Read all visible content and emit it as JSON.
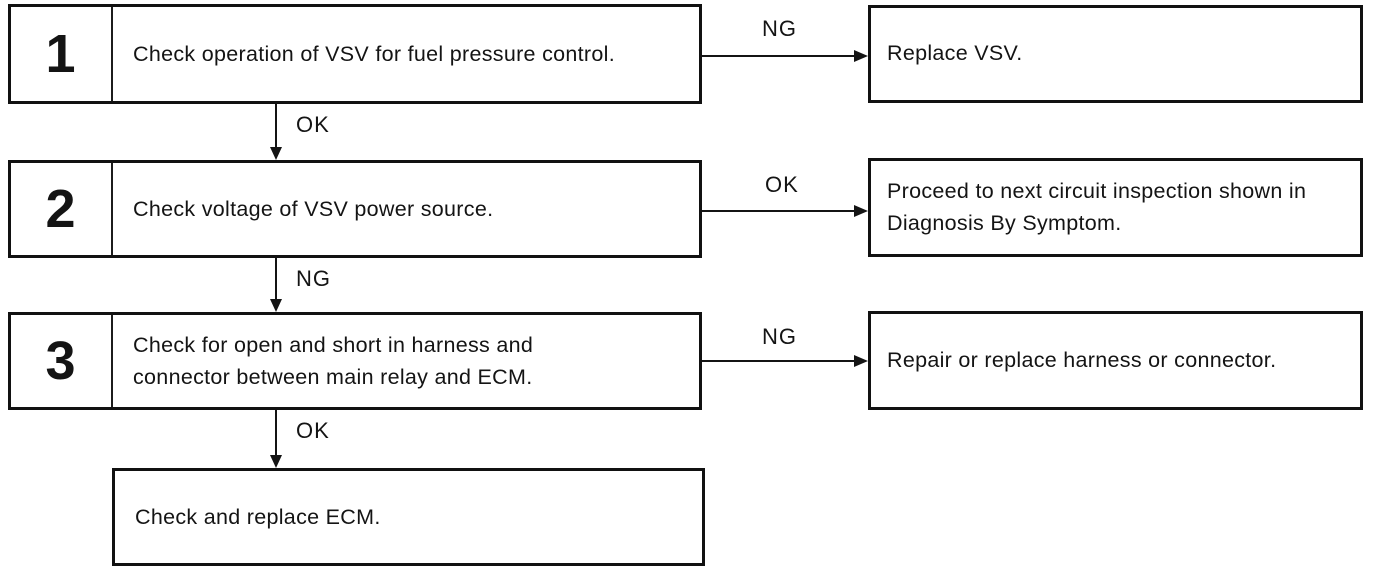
{
  "diagram_type": "diagnostic-flowchart",
  "steps": [
    {
      "number": "1",
      "instruction": "Check operation of VSV for fuel pressure control.",
      "down_label": "OK",
      "branch_label": "NG",
      "branch_result": "Replace VSV."
    },
    {
      "number": "2",
      "instruction": "Check voltage of VSV power source.",
      "down_label": "NG",
      "branch_label": "OK",
      "branch_result": "Proceed to next circuit inspection shown in Diagnosis By Symptom."
    },
    {
      "number": "3",
      "instruction": "Check for open and short in harness and connector between main relay and ECM.",
      "down_label": "OK",
      "branch_label": "NG",
      "branch_result": "Repair or replace harness or connector."
    }
  ],
  "final": {
    "instruction": "Check and replace ECM."
  },
  "colors": {
    "ink": "#141414",
    "background": "#ffffff"
  }
}
